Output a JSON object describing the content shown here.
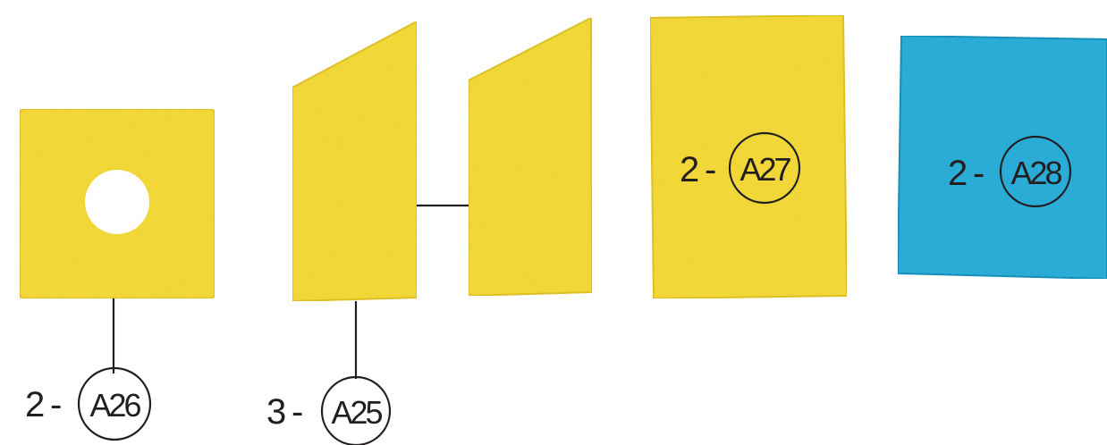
{
  "colors": {
    "yellow_piece": "#f7dc3a",
    "yellow_edge": "#e2c42a",
    "blue_piece": "#2fb0dc",
    "blue_edge": "#1f93bd",
    "ink": "#231f20"
  },
  "parts": [
    {
      "key": "a26",
      "quantity": "2",
      "separator": "-",
      "code": "A26",
      "shape": "square-with-hole",
      "color": "yellow"
    },
    {
      "key": "a25",
      "quantity": "3",
      "separator": "-",
      "code": "A25",
      "shape": "bevelled-block",
      "color": "yellow"
    },
    {
      "key": "a27",
      "quantity": "2",
      "separator": "-",
      "code": "A27",
      "shape": "rectangle",
      "color": "yellow"
    },
    {
      "key": "a28",
      "quantity": "2",
      "separator": "-",
      "code": "A28",
      "shape": "rectangle",
      "color": "blue"
    }
  ]
}
